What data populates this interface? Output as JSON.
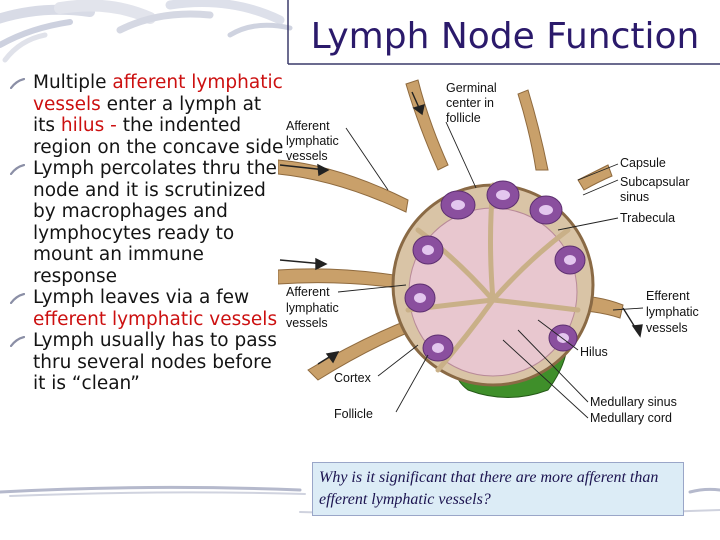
{
  "slide": {
    "title": "Lymph Node Function",
    "bullets": [
      {
        "parts": [
          {
            "text": "Multiple ",
            "hl": false
          },
          {
            "text": "afferent lymphatic vessels",
            "hl": true
          },
          {
            "text": " enter a lymph at its ",
            "hl": false
          },
          {
            "text": "hilus - ",
            "hl": true
          },
          {
            "text": "the indented region on the concave side",
            "hl": false
          }
        ]
      },
      {
        "parts": [
          {
            "text": "Lymph percolates thru the node and it is scrutinized by macrophages and lymphocytes ready to mount an immune response",
            "hl": false
          }
        ]
      },
      {
        "parts": [
          {
            "text": "Lymph leaves via a few ",
            "hl": false
          },
          {
            "text": "efferent lymphatic vessels",
            "hl": true
          }
        ]
      },
      {
        "parts": [
          {
            "text": "Lymph usually has to pass thru several nodes before it is “clean”",
            "hl": false
          }
        ]
      }
    ],
    "question": "Why is it significant that there are more afferent than efferent lymphatic vessels?"
  },
  "figure": {
    "labels": {
      "germinal_1": "Germinal",
      "germinal_2": "center in",
      "germinal_3": "follicle",
      "afferent_top_1": "Afferent",
      "afferent_top_2": "lymphatic",
      "afferent_top_3": "vessels",
      "capsule": "Capsule",
      "subcapsular_1": "Subcapsular",
      "subcapsular_2": "sinus",
      "trabecula": "Trabecula",
      "afferent_mid_1": "Afferent",
      "afferent_mid_2": "lymphatic",
      "afferent_mid_3": "vessels",
      "efferent_1": "Efferent",
      "efferent_2": "lymphatic",
      "efferent_3": "vessels",
      "hilus": "Hilus",
      "cortex": "Cortex",
      "follicle": "Follicle",
      "medullary_sinus": "Medullary sinus",
      "medullary_cord": "Medullary cord"
    }
  },
  "colors": {
    "title": "#2b1a6b",
    "highlight": "#cc1010",
    "vessel": "#c9a06a",
    "follicle": "#8a4f9e",
    "medulla": "#e8c7cf",
    "hilus_green": "#3f8f2a",
    "question_bg": "#dcecf6"
  }
}
